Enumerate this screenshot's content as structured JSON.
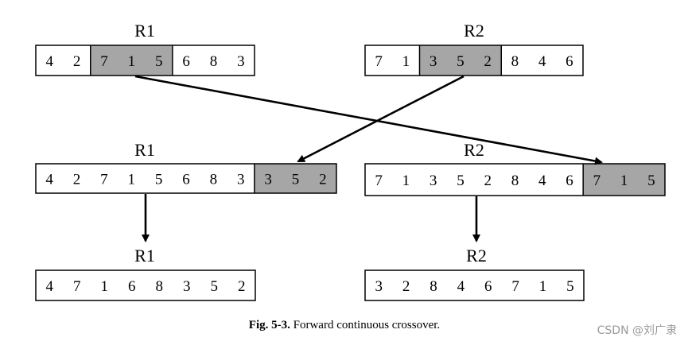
{
  "labels": {
    "top_r1": "R1",
    "top_r2": "R2",
    "mid_r1": "R1",
    "mid_r2": "R2",
    "bot_r1": "R1",
    "bot_r2": "R2"
  },
  "rows": {
    "top_r1": {
      "values": [
        "4",
        "2",
        "7",
        "1",
        "5",
        "6",
        "8",
        "3"
      ],
      "highlight": [
        2,
        4
      ]
    },
    "top_r2": {
      "values": [
        "7",
        "1",
        "3",
        "5",
        "2",
        "8",
        "4",
        "6"
      ],
      "highlight": [
        2,
        4
      ]
    },
    "mid_r1": {
      "values": [
        "4",
        "2",
        "7",
        "1",
        "5",
        "6",
        "8",
        "3",
        "3",
        "5",
        "2"
      ],
      "highlight": [
        8,
        10
      ]
    },
    "mid_r2": {
      "values": [
        "7",
        "1",
        "3",
        "5",
        "2",
        "8",
        "4",
        "6",
        "7",
        "1",
        "5"
      ],
      "highlight": [
        8,
        10
      ]
    },
    "bot_r1": {
      "values": [
        "4",
        "7",
        "1",
        "6",
        "8",
        "3",
        "5",
        "2"
      ],
      "highlight": null
    },
    "bot_r2": {
      "values": [
        "3",
        "2",
        "8",
        "4",
        "6",
        "7",
        "1",
        "5"
      ],
      "highlight": null
    }
  },
  "caption": {
    "number": "Fig. 5-3.",
    "text": "Forward continuous crossover."
  },
  "watermark": "CSDN @刘广隶",
  "colors": {
    "highlight": "#a6a6a6",
    "border": "#000000",
    "background": "#ffffff"
  }
}
